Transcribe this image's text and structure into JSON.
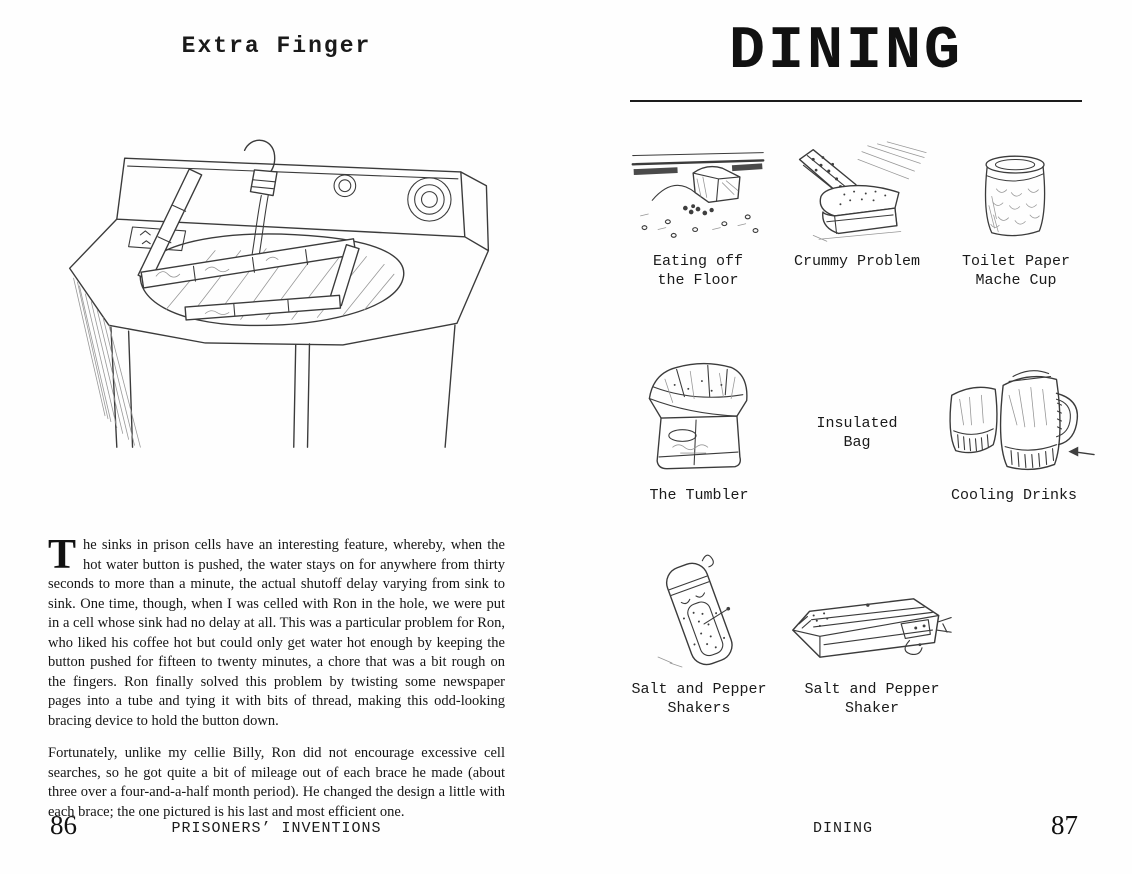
{
  "left_page": {
    "title": "Extra Finger",
    "illustration": "sink-with-newspaper-brace",
    "dropcap": "T",
    "paragraph1": "he sinks in prison cells have an interesting feature, whereby, when the hot water button is pushed, the water stays on for anywhere from thirty seconds to more than a minute, the actual shutoff delay varying from sink to sink. One time, though, when I was celled with Ron in the hole, we were put in a cell whose sink had no delay at all. This was a particular problem for Ron, who liked his coffee hot but could only get water hot enough by keeping the button pushed for fifteen to twenty minutes, a chore that was a bit rough on the fingers. Ron finally solved this problem by twisting some newspaper pages into a tube and tying it with bits of thread, making this odd-looking bracing device to hold the button down.",
    "paragraph2": "Fortunately, unlike my cellie Billy, Ron did not encourage excessive cell searches, so he got quite a bit of mileage out of each brace he made (about three over a four-and-a-half month period). He changed the design a little with each brace; the one pictured is his last and most efficient one.",
    "footer": {
      "page_number": "86",
      "running_title": "PRISONERS’ INVENTIONS"
    }
  },
  "right_page": {
    "title": "DINING",
    "items": [
      {
        "label": "Eating off\nthe Floor",
        "illustration": "eating-off-the-floor"
      },
      {
        "label": "Crummy Problem",
        "illustration": "crummy-problem"
      },
      {
        "label": "Toilet Paper\nMache Cup",
        "illustration": "toilet-paper-mache-cup"
      },
      {
        "label": "The Tumbler",
        "illustration": "the-tumbler"
      },
      {
        "label": "Insulated\nBag",
        "illustration": ""
      },
      {
        "label": "Cooling Drinks",
        "illustration": "cooling-drinks"
      },
      {
        "label": "Salt and Pepper\nShakers",
        "illustration": "salt-and-pepper-shakers"
      },
      {
        "label": "Salt and Pepper\nShaker",
        "illustration": "salt-and-pepper-shaker"
      }
    ],
    "footer": {
      "running_title": "DINING",
      "page_number": "87"
    }
  },
  "colors": {
    "ink": "#1c1c1c",
    "paper": "#fefefe",
    "sketch": "#3b3b3b"
  }
}
